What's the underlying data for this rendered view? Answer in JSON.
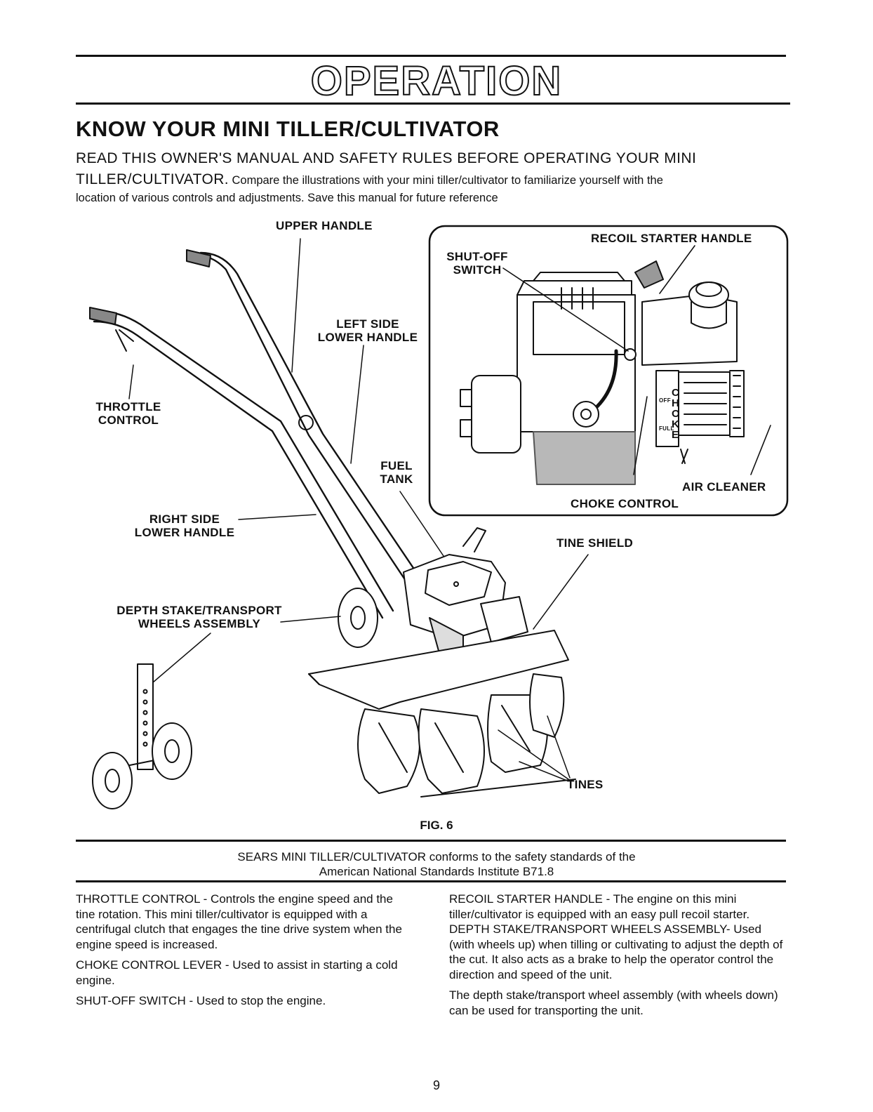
{
  "header": {
    "title": "OPERATION",
    "subtitle": "KNOW YOUR MINI TILLER/CULTIVATOR"
  },
  "intro": {
    "line1": "READ THIS OWNER'S MANUAL AND SAFETY RULES BEFORE OPERATING YOUR MINI",
    "line2_caps": "TILLER/CULTIVATOR.",
    "line2_rest": "Compare the illustrations with your mini tiller/cultivator to familiarize yourself with the",
    "line3": "location of various controls and adjustments. Save this manual for future reference"
  },
  "figure": {
    "labels": {
      "upper_handle": "UPPER HANDLE",
      "recoil_starter_handle": "RECOIL STARTER HANDLE",
      "shut_off_1": "SHUT-OFF",
      "shut_off_2": "SWITCH",
      "left_side_1": "LEFT SIDE",
      "left_side_2": "LOWER HANDLE",
      "throttle_1": "THROTTLE",
      "throttle_2": "CONTROL",
      "fuel_1": "FUEL",
      "fuel_2": "TANK",
      "air_cleaner": "AIR CLEANER",
      "choke_control": "CHOKE CONTROL",
      "right_side_1": "RIGHT SIDE",
      "right_side_2": "LOWER HANDLE",
      "tine_shield": "TINE SHIELD",
      "depth_1": "DEPTH STAKE/TRANSPORT",
      "depth_2": "WHEELS ASSEMBLY",
      "tines": "TINES",
      "choke_letters": "CHOKE",
      "off": "OFF",
      "full": "FULL"
    },
    "caption": "FIG. 6"
  },
  "conformance": {
    "line1": "SEARS MINI TILLER/CULTIVATOR conforms to the safety standards of the",
    "line2": "American National Standards Institute B71.8"
  },
  "descriptions": {
    "left": [
      "THROTTLE CONTROL - Controls the engine speed and the tine rotation. This mini tiller/cultivator is equipped with a centrifugal clutch that engages the tine drive system when the engine speed is increased.",
      "CHOKE CONTROL LEVER - Used to assist in starting a cold engine.",
      "SHUT-OFF SWITCH - Used to stop the engine."
    ],
    "right": [
      "RECOIL STARTER HANDLE - The engine on this mini tiller/cultivator is equipped with an easy pull recoil starter.",
      "DEPTH STAKE/TRANSPORT WHEELS ASSEMBLY- Used (with wheels up) when tilling or cultivating to adjust the depth of the cut. It also acts as a brake to help the operator control the direction and speed of the unit.",
      "The depth stake/transport wheel assembly (with wheels down) can be used for transporting the unit."
    ]
  },
  "page_number": "9"
}
